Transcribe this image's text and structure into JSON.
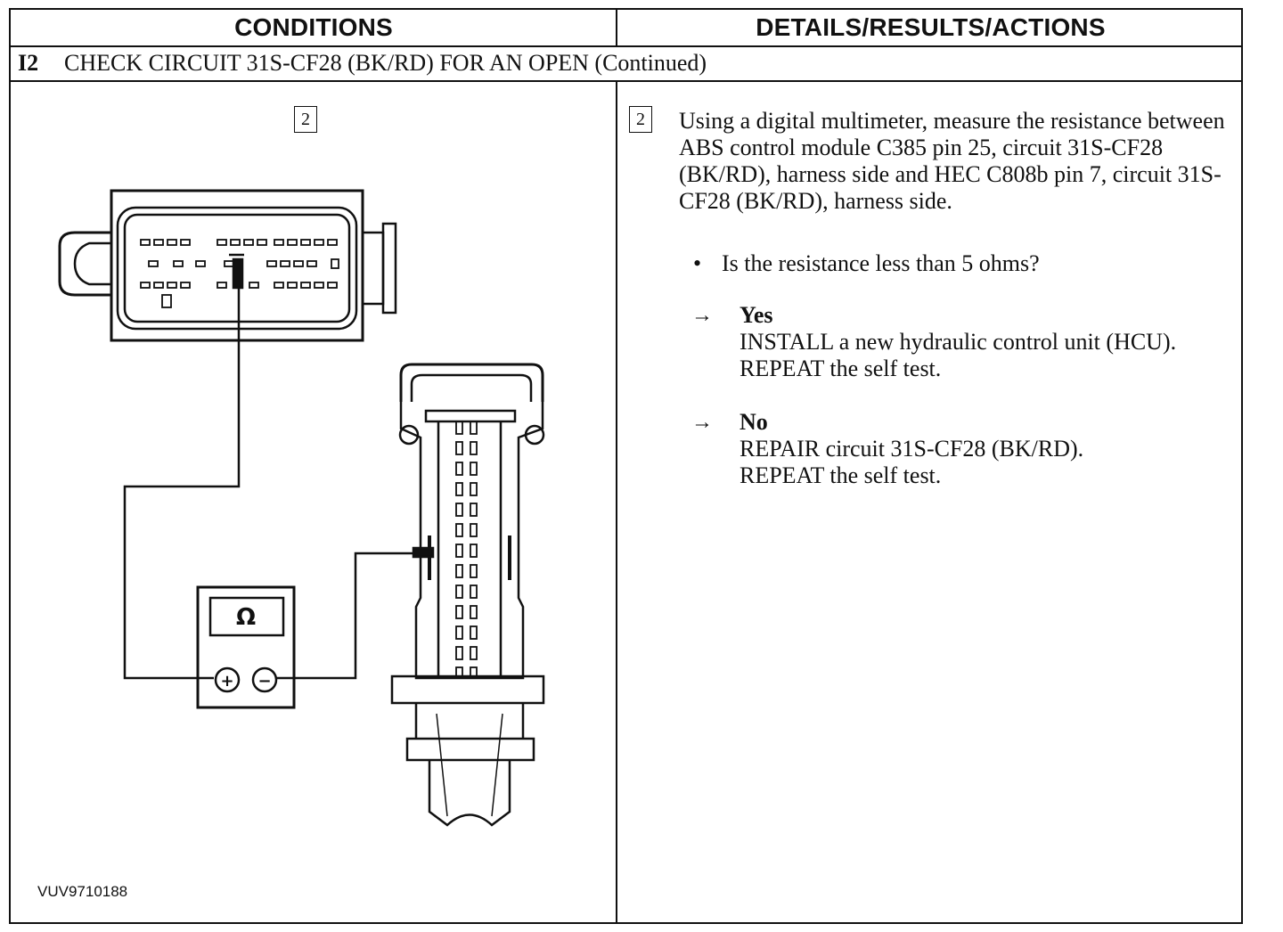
{
  "header": {
    "conditions": "CONDITIONS",
    "details": "DETAILS/RESULTS/ACTIONS"
  },
  "step": {
    "number": "I2",
    "title": "CHECK CIRCUIT 31S-CF28 (BK/RD) FOR AN OPEN (Continued)"
  },
  "left": {
    "step_box": "2",
    "meter_symbol": "Ω",
    "meter_plus": "+",
    "meter_minus": "−",
    "figure_id": "VUV9710188"
  },
  "right": {
    "step_box": "2",
    "instruction": "Using a digital multimeter, measure the resistance between ABS control module C385 pin 25, circuit 31S-CF28 (BK/RD), harness side and HEC C808b pin 7, circuit 31S-CF28 (BK/RD), harness side.",
    "question_bullet": "•",
    "question": "Is the resistance less than 5 ohms?",
    "arrow": "→",
    "yes_label": "Yes",
    "yes_action": "INSTALL a new hydraulic control unit (HCU). REPEAT the self test.",
    "no_label": "No",
    "no_action": "REPAIR circuit 31S-CF28 (BK/RD). REPEAT the self test."
  },
  "icons": {
    "meter": "ohmmeter-icon",
    "connector_a": "abs-module-connector-icon",
    "connector_b": "hec-connector-icon"
  }
}
